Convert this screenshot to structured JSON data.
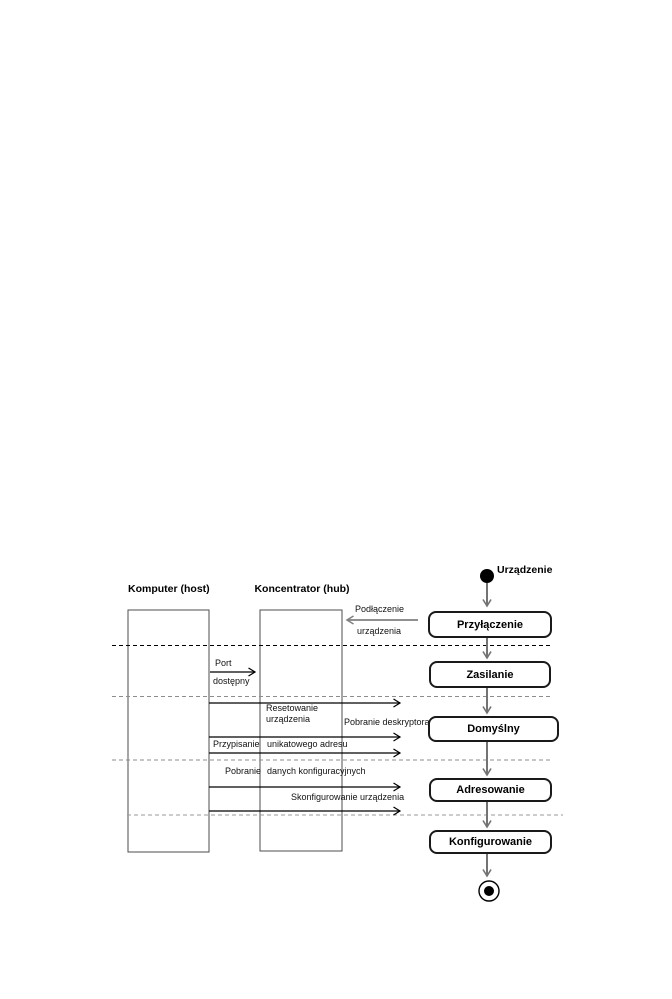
{
  "colors": {
    "background": "#ffffff",
    "state_border": "#1a1a1a",
    "flow_arrow_gray": "#737373",
    "message_arrow_black": "#000000",
    "message_arrow_gray": "#808080",
    "lifeline_border": "#4d4d4d",
    "phase_line_dark": "#000000",
    "phase_line_gray": "#8c8c8c"
  },
  "header": {
    "device_label": "Urządzenie",
    "lifelines": [
      {
        "label": "Komputer (host)"
      },
      {
        "label": "Koncentrator (hub)"
      }
    ]
  },
  "states": [
    {
      "label": "Przyłączenie"
    },
    {
      "label": "Zasilanie"
    },
    {
      "label": "Domyślny"
    },
    {
      "label": "Adresowanie"
    },
    {
      "label": "Konfigurowanie"
    }
  ],
  "messages": {
    "podlaczenie": {
      "line1": "Podłączenie",
      "line2": "urządzenia"
    },
    "port": {
      "line1": "Port",
      "line2": "dostępny"
    },
    "resetowanie": {
      "text": "Resetowanie\nurządzenia"
    },
    "pobranie_deskryptora": {
      "text": "Pobranie deskryptora"
    },
    "przypisanie": {
      "part1": "Przypisanie",
      "part2": "unikatowego adresu"
    },
    "pobranie_danych": {
      "part1": "Pobranie",
      "part2": "danych konfiguracyjnych"
    },
    "skonfigurowanie": {
      "text": "Skonfigurowanie urządzenia"
    }
  }
}
